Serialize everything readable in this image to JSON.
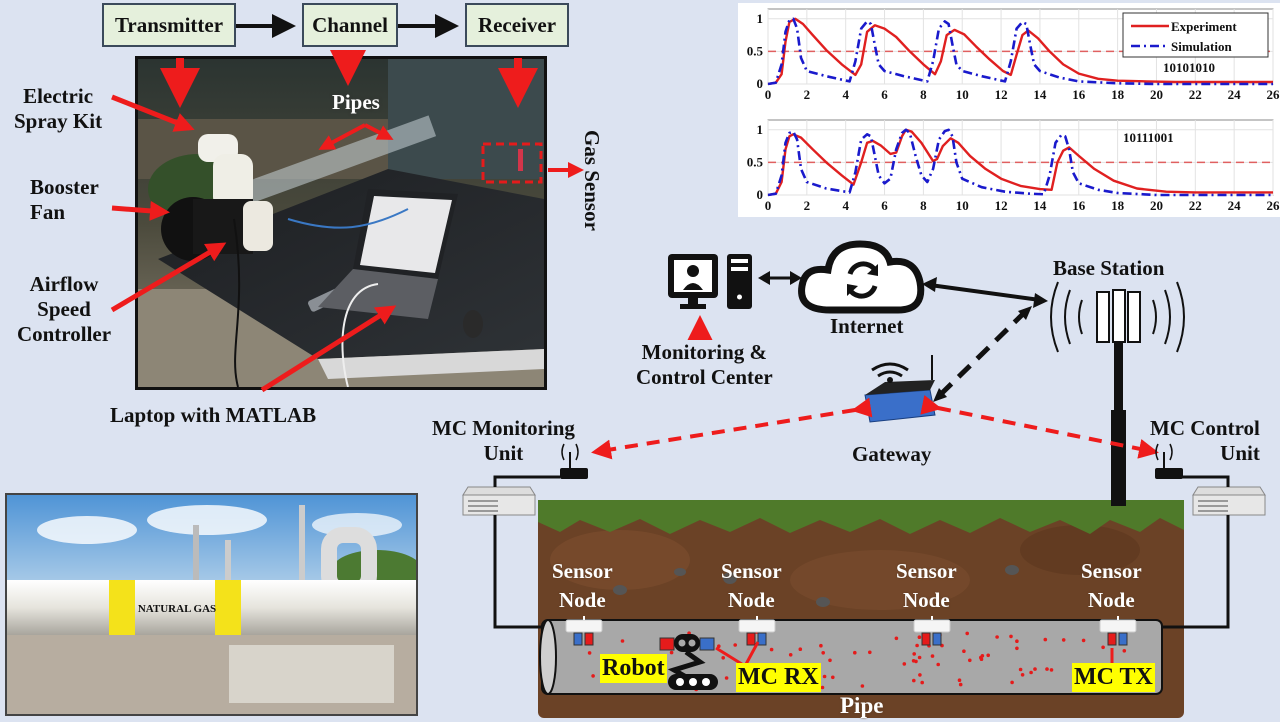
{
  "flow": {
    "blocks": [
      "Transmitter",
      "Channel",
      "Receiver"
    ]
  },
  "photo_labels": {
    "electric_spray_kit": [
      "Electric",
      "Spray Kit"
    ],
    "booster_fan": [
      "Booster",
      "Fan"
    ],
    "airflow_controller": [
      "Airflow",
      "Speed",
      "Controller"
    ],
    "pipes": "Pipes",
    "gas_sensor": "Gas Sensor",
    "laptop": "Laptop with MATLAB"
  },
  "pipeline_photo": {
    "pipe_tag": "NATURAL GAS"
  },
  "network": {
    "monitoring_center": [
      "Monitoring &",
      "Control Center"
    ],
    "internet": "Internet",
    "base_station": "Base Station",
    "gateway": "Gateway",
    "mc_monitoring_unit": [
      "MC Monitoring",
      "Unit"
    ],
    "mc_control_unit": [
      "MC Control",
      "Unit"
    ]
  },
  "underground": {
    "sensor_node_label": [
      "Sensor",
      "Node"
    ],
    "sensor_count": 4,
    "robot": "Robot",
    "mc_rx": "MC RX",
    "mc_tx": "MC TX",
    "pipe": "Pipe"
  },
  "colors": {
    "background": "#dce3f1",
    "experiment": "#e02020",
    "simulation": "#1a1acc",
    "threshold": "#e06060",
    "soil": "#6b4226",
    "grass": "#4f7a2a",
    "pipe_body": "#a8a8a8",
    "highlight": "#ffff00",
    "flow_box": "#e5f0dc"
  },
  "chart_data": [
    {
      "type": "line",
      "title": "",
      "annotation": "10101010",
      "xlabel": "",
      "ylabel": "",
      "xlim": [
        0,
        26
      ],
      "ylim": [
        0,
        1.15
      ],
      "xticks": [
        0,
        2,
        4,
        6,
        8,
        10,
        12,
        14,
        16,
        18,
        20,
        22,
        24,
        26
      ],
      "yticks": [
        0,
        0.5,
        1
      ],
      "ytick_labels": [
        "0",
        "0.5",
        "1"
      ],
      "grid": true,
      "legend": "top-right",
      "threshold": 0.5,
      "series": [
        {
          "name": "Experiment",
          "style": "solid",
          "x": [
            0,
            0.4,
            0.7,
            0.9,
            1.1,
            1.4,
            1.8,
            2.3,
            3.0,
            3.8,
            4.5,
            4.8,
            5.1,
            5.5,
            6.0,
            6.6,
            7.3,
            8.0,
            8.6,
            8.9,
            9.2,
            9.6,
            10.1,
            10.7,
            11.4,
            12.1,
            12.5,
            12.8,
            13.1,
            13.4,
            13.9,
            14.5,
            15.2,
            16.0,
            17.0,
            18.0,
            19.5,
            21,
            23,
            26
          ],
          "y": [
            0,
            0.02,
            0.15,
            0.65,
            0.95,
            1.0,
            0.92,
            0.75,
            0.52,
            0.3,
            0.14,
            0.3,
            0.8,
            0.9,
            0.85,
            0.72,
            0.5,
            0.3,
            0.15,
            0.35,
            0.75,
            0.83,
            0.76,
            0.58,
            0.38,
            0.2,
            0.14,
            0.45,
            0.75,
            0.82,
            0.7,
            0.5,
            0.3,
            0.16,
            0.08,
            0.05,
            0.04,
            0.03,
            0.03,
            0.03
          ]
        },
        {
          "name": "Simulation",
          "style": "dash-dot",
          "x": [
            0,
            0.4,
            0.7,
            0.9,
            1.1,
            1.3,
            1.5,
            1.7,
            2.0,
            3.0,
            4.2,
            4.5,
            4.8,
            5.1,
            5.3,
            5.5,
            5.7,
            6.0,
            7.0,
            8.2,
            8.5,
            8.8,
            9.1,
            9.3,
            9.5,
            9.7,
            10.0,
            11.0,
            12.2,
            12.5,
            12.8,
            13.1,
            13.3,
            13.5,
            13.7,
            14.0,
            15.0,
            16.0,
            18.0,
            20,
            26
          ],
          "y": [
            0,
            0.02,
            0.3,
            0.8,
            0.98,
            1.0,
            0.85,
            0.4,
            0.2,
            0.12,
            0.04,
            0.35,
            0.85,
            0.96,
            0.92,
            0.6,
            0.3,
            0.2,
            0.12,
            0.04,
            0.35,
            0.85,
            0.96,
            0.92,
            0.6,
            0.3,
            0.2,
            0.12,
            0.04,
            0.35,
            0.85,
            0.95,
            0.92,
            0.6,
            0.3,
            0.2,
            0.1,
            0.04,
            0.01,
            0,
            0
          ]
        }
      ]
    },
    {
      "type": "line",
      "title": "",
      "annotation": "10111001",
      "xlabel": "",
      "ylabel": "",
      "xlim": [
        0,
        26
      ],
      "ylim": [
        0,
        1.15
      ],
      "xticks": [
        0,
        2,
        4,
        6,
        8,
        10,
        12,
        14,
        16,
        18,
        20,
        22,
        24,
        26
      ],
      "yticks": [
        0,
        0.5,
        1
      ],
      "ytick_labels": [
        "0",
        "0.5",
        "1"
      ],
      "grid": true,
      "legend": "none",
      "threshold": 0.5,
      "series": [
        {
          "name": "Experiment",
          "style": "solid",
          "x": [
            0,
            0.4,
            0.7,
            0.9,
            1.1,
            1.3,
            1.7,
            2.3,
            3.0,
            3.8,
            4.4,
            4.8,
            5.1,
            5.4,
            5.8,
            6.3,
            6.6,
            6.9,
            7.1,
            7.4,
            7.9,
            8.5,
            8.7,
            9.0,
            9.4,
            9.8,
            10.4,
            11.2,
            12.0,
            13.0,
            14.0,
            14.6,
            14.9,
            15.2,
            15.5,
            16.0,
            16.8,
            17.8,
            19,
            20.5,
            22,
            26
          ],
          "y": [
            0,
            0.02,
            0.2,
            0.7,
            0.9,
            0.93,
            0.88,
            0.7,
            0.5,
            0.3,
            0.16,
            0.5,
            0.8,
            0.83,
            0.76,
            0.63,
            0.65,
            0.9,
            1.0,
            0.97,
            0.8,
            0.52,
            0.55,
            0.75,
            0.87,
            0.8,
            0.6,
            0.4,
            0.25,
            0.14,
            0.09,
            0.08,
            0.5,
            0.68,
            0.73,
            0.6,
            0.4,
            0.22,
            0.1,
            0.05,
            0.04,
            0.04
          ]
        },
        {
          "name": "Simulation",
          "style": "dash-dot",
          "x": [
            0,
            0.4,
            0.7,
            0.9,
            1.1,
            1.3,
            1.5,
            1.7,
            2.0,
            3.0,
            4.2,
            4.5,
            4.8,
            5.1,
            5.3,
            5.5,
            5.7,
            6.0,
            6.3,
            6.6,
            6.9,
            7.1,
            7.3,
            7.6,
            7.9,
            8.2,
            8.5,
            8.8,
            9.1,
            9.3,
            9.5,
            9.7,
            10.0,
            11.0,
            12.2,
            13.5,
            14.2,
            14.5,
            14.8,
            15.1,
            15.3,
            15.5,
            15.7,
            16.0,
            17.0,
            18.0,
            20,
            26
          ],
          "y": [
            0,
            0.02,
            0.3,
            0.8,
            0.95,
            0.97,
            0.85,
            0.4,
            0.2,
            0.1,
            0.04,
            0.35,
            0.85,
            0.93,
            0.9,
            0.6,
            0.3,
            0.18,
            0.25,
            0.7,
            0.95,
            1.0,
            0.95,
            0.6,
            0.3,
            0.2,
            0.4,
            0.85,
            0.98,
            1.0,
            0.9,
            0.5,
            0.25,
            0.12,
            0.05,
            0.02,
            0.01,
            0.3,
            0.8,
            0.92,
            0.9,
            0.7,
            0.35,
            0.18,
            0.08,
            0.03,
            0,
            0
          ]
        }
      ]
    }
  ]
}
